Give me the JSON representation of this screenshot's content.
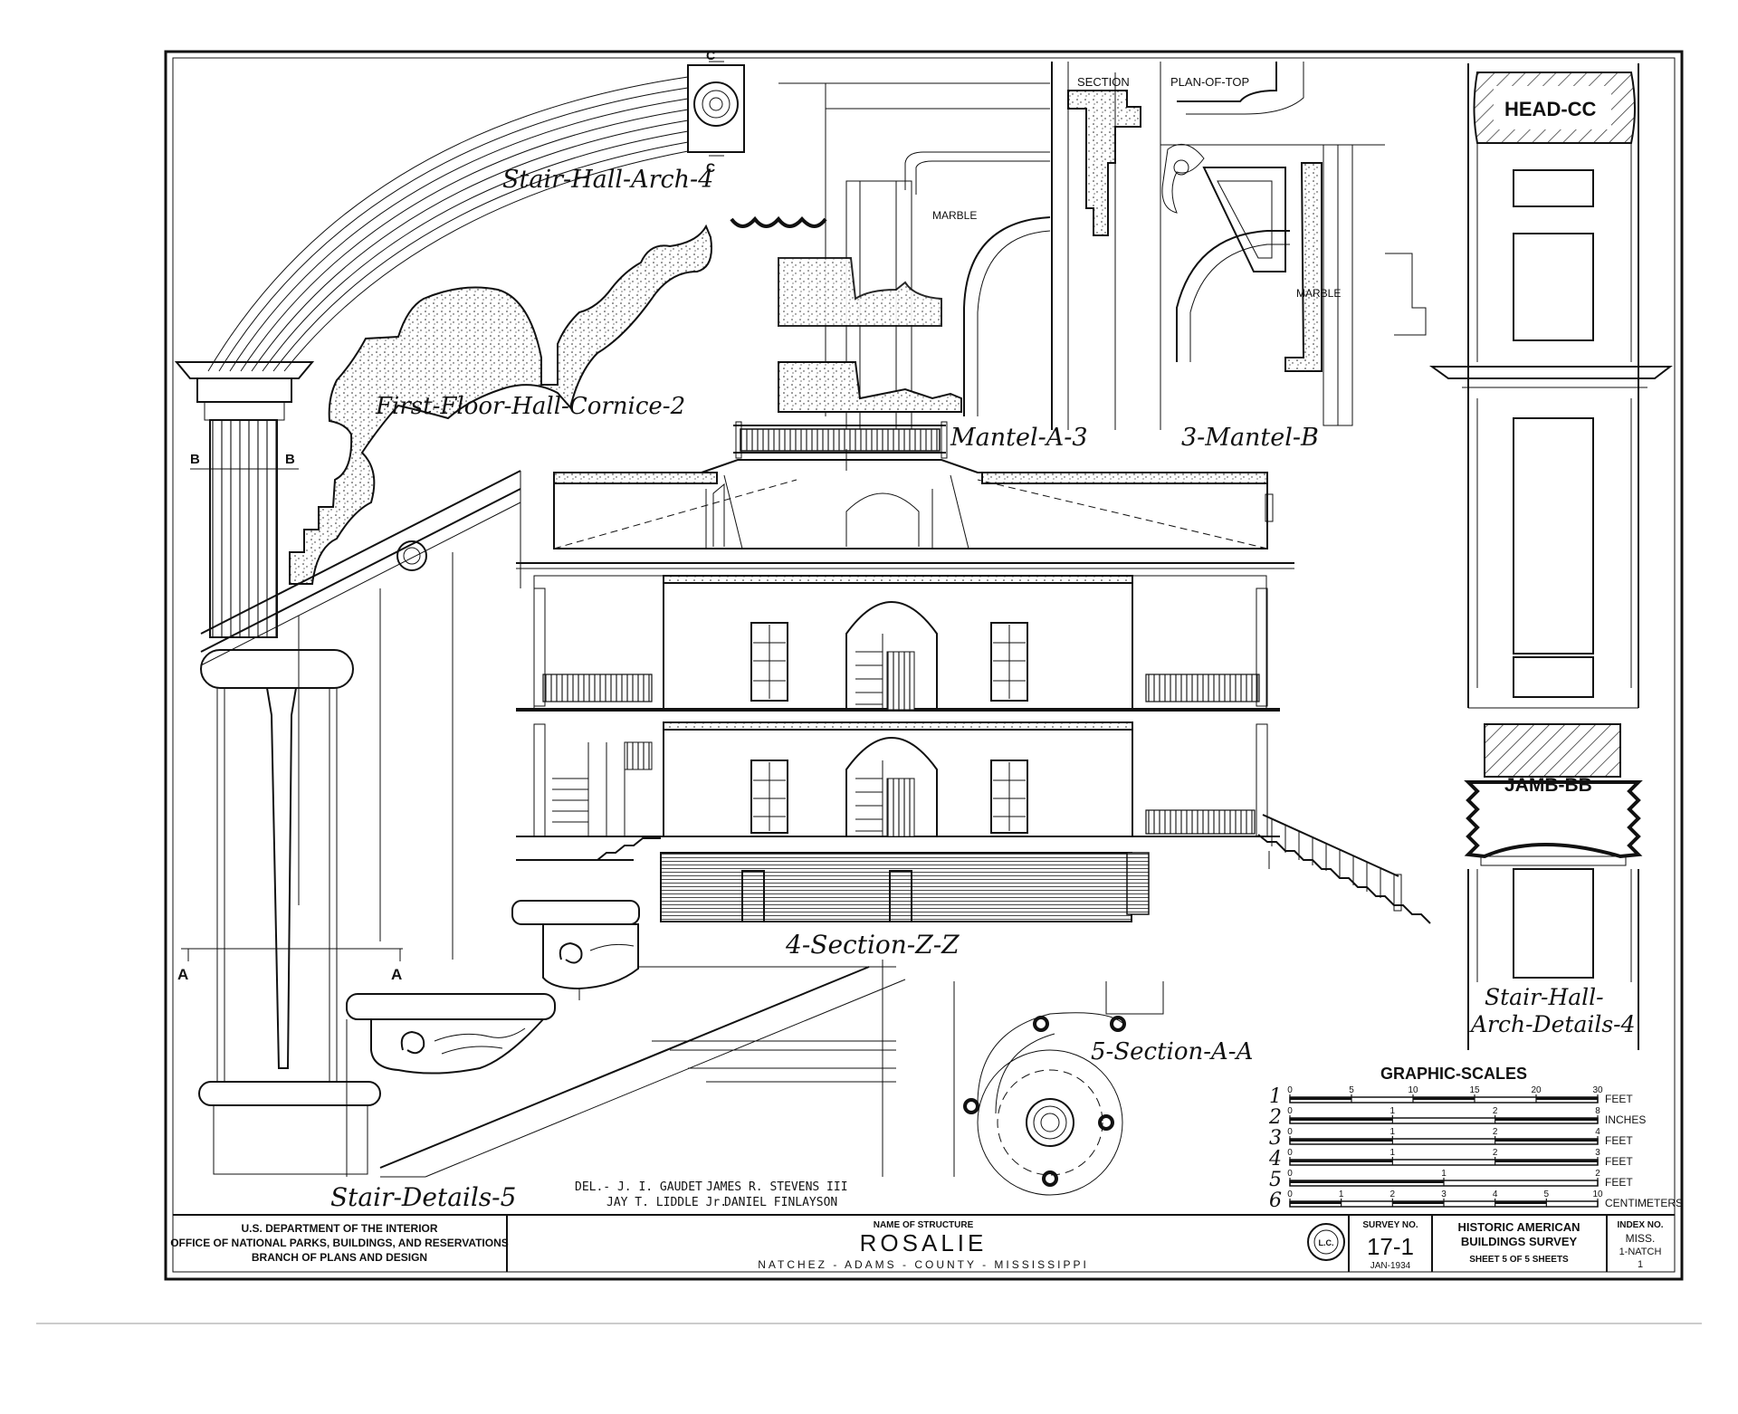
{
  "labels": {
    "stair_hall_arch": "Stair-Hall-Arch-4",
    "first_floor_cornice": "First-Floor-Hall-Cornice-2",
    "mantel_a": "Mantel-A-3",
    "mantel_b": "3-Mantel-B",
    "section_zz": "4-Section-Z-Z",
    "section_aa": "5-Section-A-A",
    "stair_details": "Stair-Details-5",
    "arch_details_1": "Stair-Hall-",
    "arch_details_2": "Arch-Details-4",
    "head_cc": "HEAD-CC",
    "jamb_bb": "JAMB-BB",
    "section_top": "SECTION",
    "plan_of_top": "PLAN-OF-TOP",
    "marble_1": "MARBLE",
    "marble_2": "MARBLE",
    "mark_c_top": "C",
    "mark_c_bottom": "C",
    "mark_b_left": "B",
    "mark_b_right": "B",
    "mark_a_left": "A",
    "mark_a_right": "A"
  },
  "delineators": {
    "line1_left": "DEL.- J. I. GAUDET",
    "line1_right": "JAMES R. STEVENS III",
    "line2_left": "JAY T. LIDDLE Jr.",
    "line2_right": "DANIEL FINLAYSON"
  },
  "scales": {
    "title": "GRAPHIC-SCALES",
    "rows": [
      {
        "num": "1",
        "ticks": [
          "0",
          "5",
          "10",
          "15",
          "20",
          "30"
        ],
        "unit": "FEET"
      },
      {
        "num": "2",
        "ticks": [
          "0",
          "1",
          "2",
          "8"
        ],
        "unit": "INCHES"
      },
      {
        "num": "3",
        "ticks": [
          "0",
          "1",
          "2",
          "4"
        ],
        "unit": "FEET"
      },
      {
        "num": "4",
        "ticks": [
          "0",
          "1",
          "2",
          "3"
        ],
        "unit": "FEET"
      },
      {
        "num": "5",
        "ticks": [
          "0",
          "1",
          "2"
        ],
        "unit": "FEET"
      },
      {
        "num": "6",
        "ticks": [
          "0",
          "1",
          "2",
          "3",
          "4",
          "5",
          "10"
        ],
        "unit": "CENTIMETERS"
      }
    ]
  },
  "title_block": {
    "dept_1": "U.S. DEPARTMENT OF THE INTERIOR",
    "dept_2": "OFFICE OF NATIONAL PARKS, BUILDINGS, AND RESERVATIONS",
    "dept_3": "BRANCH OF PLANS AND DESIGN",
    "name_label": "NAME OF STRUCTURE",
    "structure": "ROSALIE",
    "location": "NATCHEZ - ADAMS - COUNTY - MISSISSIPPI",
    "seal_text": "L.C.",
    "survey_label": "SURVEY NO.",
    "survey_no": "17-1",
    "survey_date": "JAN-1934",
    "habs_1": "HISTORIC AMERICAN",
    "habs_2": "BUILDINGS SURVEY",
    "sheet": "SHEET 5 OF 5 SHEETS",
    "index_label": "INDEX NO.",
    "index_1": "MISS.",
    "index_2": "1-NATCH",
    "index_3": "1"
  }
}
